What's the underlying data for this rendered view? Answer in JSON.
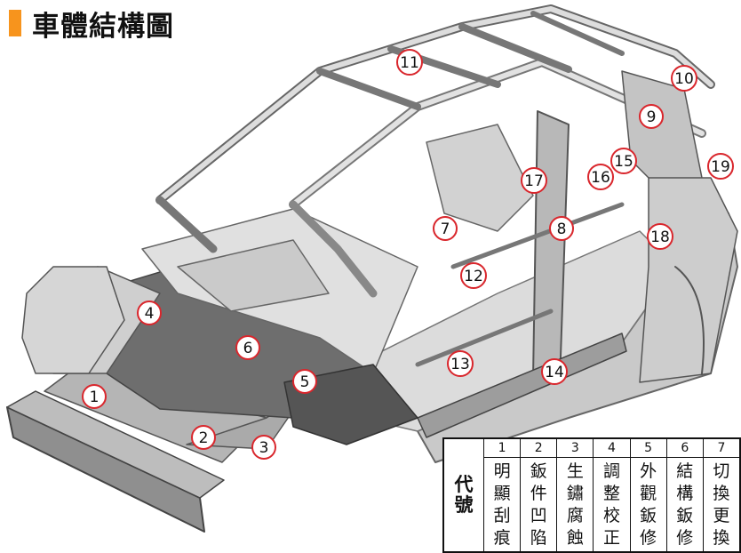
{
  "title": "車體結構圖",
  "accent_color": "#f7941d",
  "callout_color": "#d9262c",
  "callouts": [
    "1",
    "2",
    "3",
    "4",
    "5",
    "6",
    "7",
    "8",
    "9",
    "10",
    "11",
    "12",
    "13",
    "14",
    "15",
    "16",
    "17",
    "18",
    "19"
  ],
  "legend": {
    "label_chars": [
      "代",
      "號"
    ],
    "columns": [
      {
        "num": "1",
        "chars": [
          "明",
          "顯",
          "刮",
          "痕"
        ]
      },
      {
        "num": "2",
        "chars": [
          "鈑",
          "件",
          "凹",
          "陷"
        ]
      },
      {
        "num": "3",
        "chars": [
          "生",
          "鏽",
          "腐",
          "蝕"
        ]
      },
      {
        "num": "4",
        "chars": [
          "調",
          "整",
          "校",
          "正"
        ]
      },
      {
        "num": "5",
        "chars": [
          "外",
          "觀",
          "鈑",
          "修"
        ]
      },
      {
        "num": "6",
        "chars": [
          "結",
          "構",
          "鈑",
          "修"
        ]
      },
      {
        "num": "7",
        "chars": [
          "切",
          "換",
          "更",
          "換"
        ]
      }
    ]
  }
}
